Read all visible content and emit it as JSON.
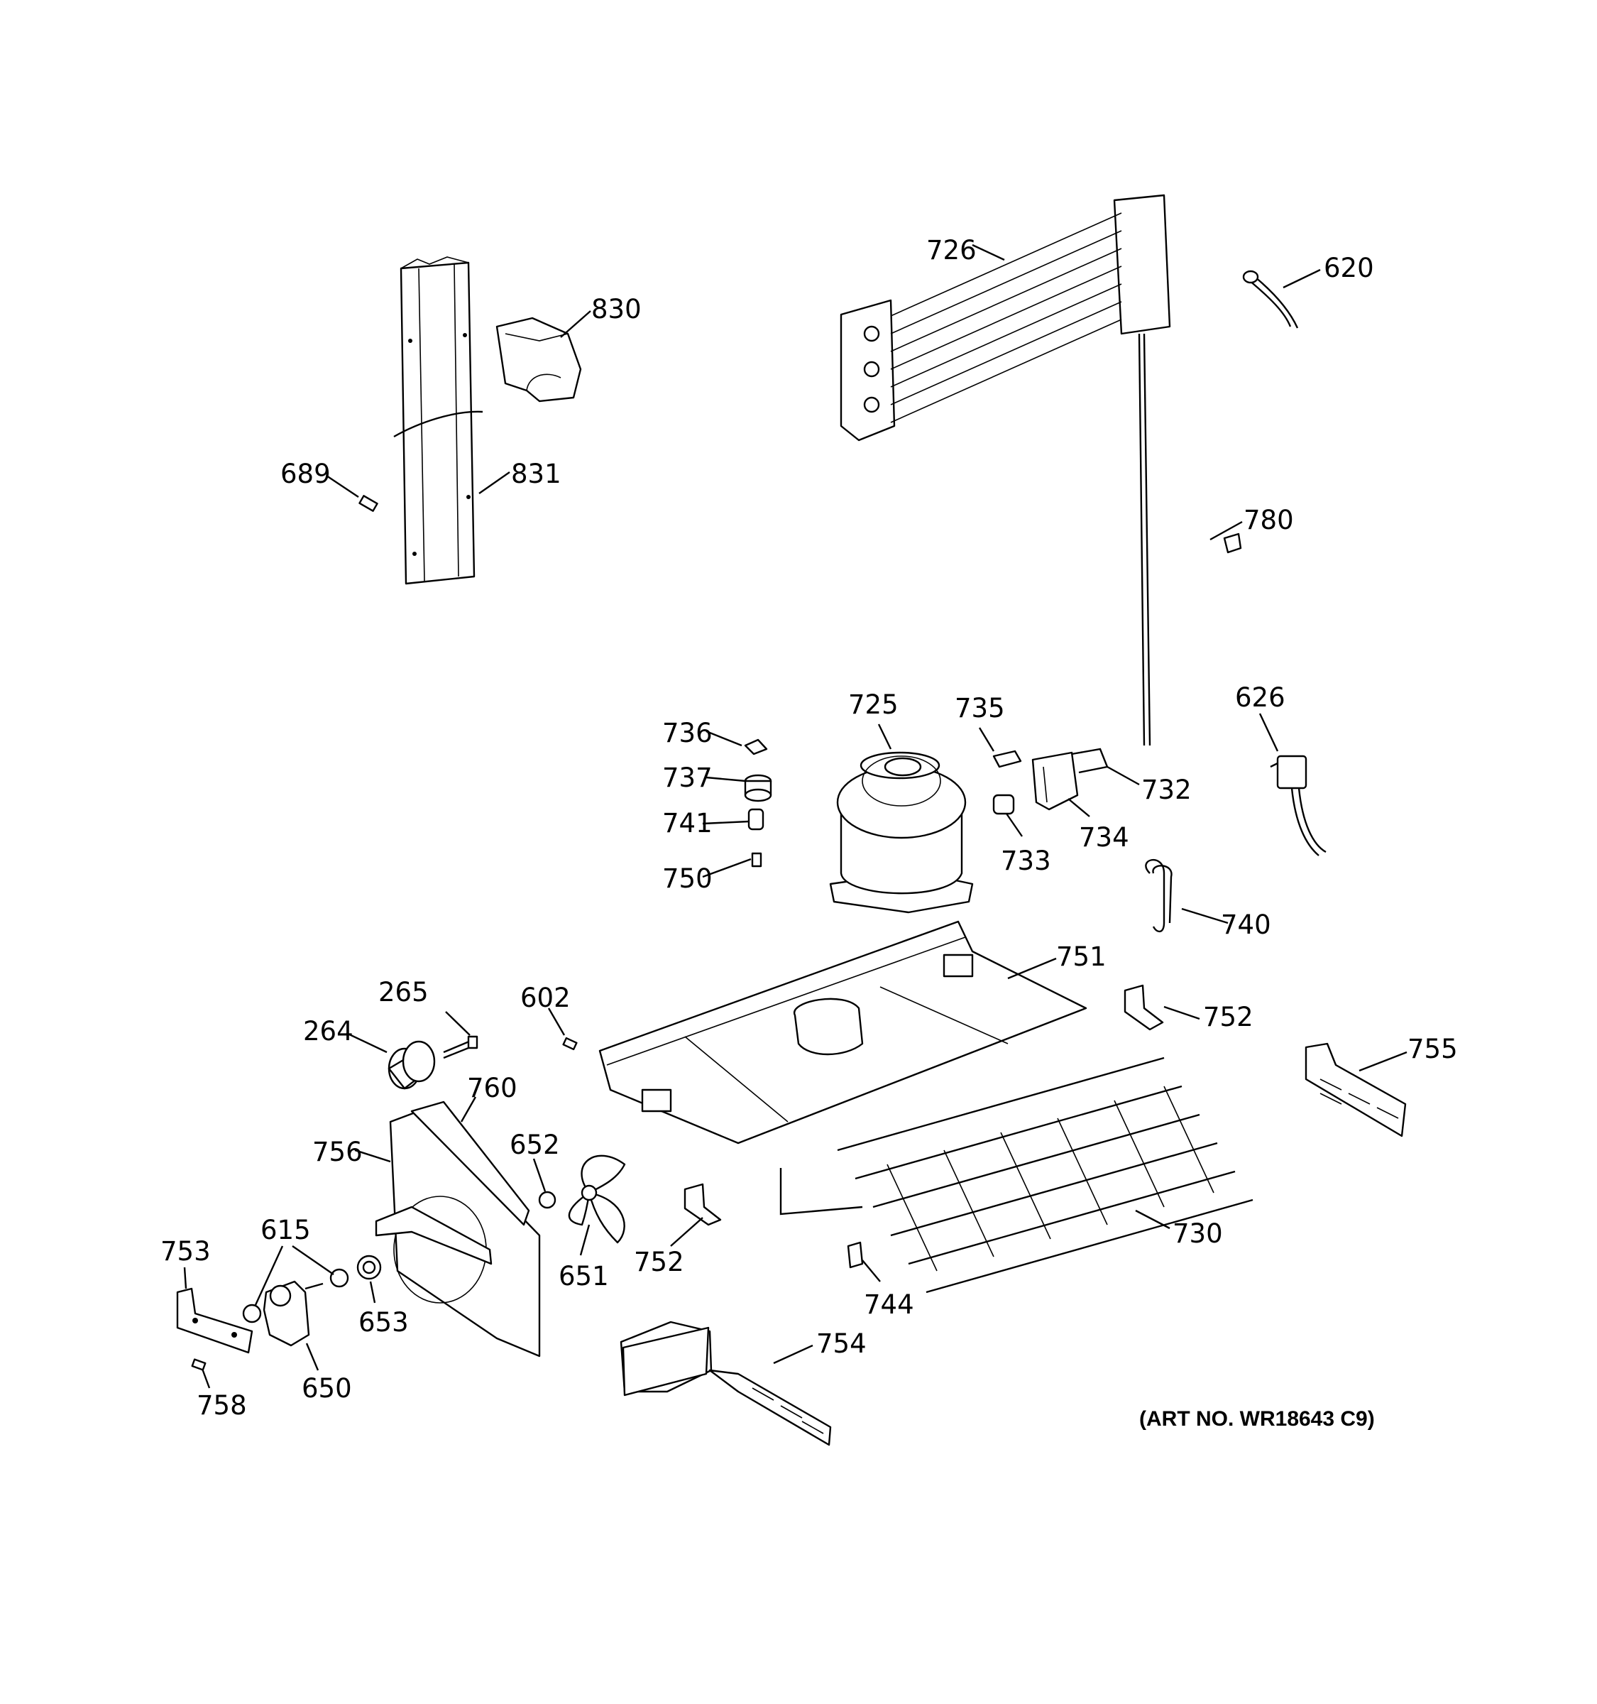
{
  "art_number": "(ART NO. WR18643 C9)",
  "callouts": {
    "c726": "726",
    "c620": "620",
    "c830": "830",
    "c689": "689",
    "c831": "831",
    "c780": "780",
    "c626": "626",
    "c725": "725",
    "c735": "735",
    "c736": "736",
    "c737": "737",
    "c741": "741",
    "c750": "750",
    "c733": "733",
    "c734": "734",
    "c732": "732",
    "c740": "740",
    "c751": "751",
    "c265": "265",
    "c264": "264",
    "c602": "602",
    "c752a": "752",
    "c755": "755",
    "c760": "760",
    "c756": "756",
    "c652": "652",
    "c651": "651",
    "c752b": "752",
    "c730": "730",
    "c753": "753",
    "c615": "615",
    "c653": "653",
    "c744": "744",
    "c758": "758",
    "c650": "650",
    "c754": "754"
  }
}
